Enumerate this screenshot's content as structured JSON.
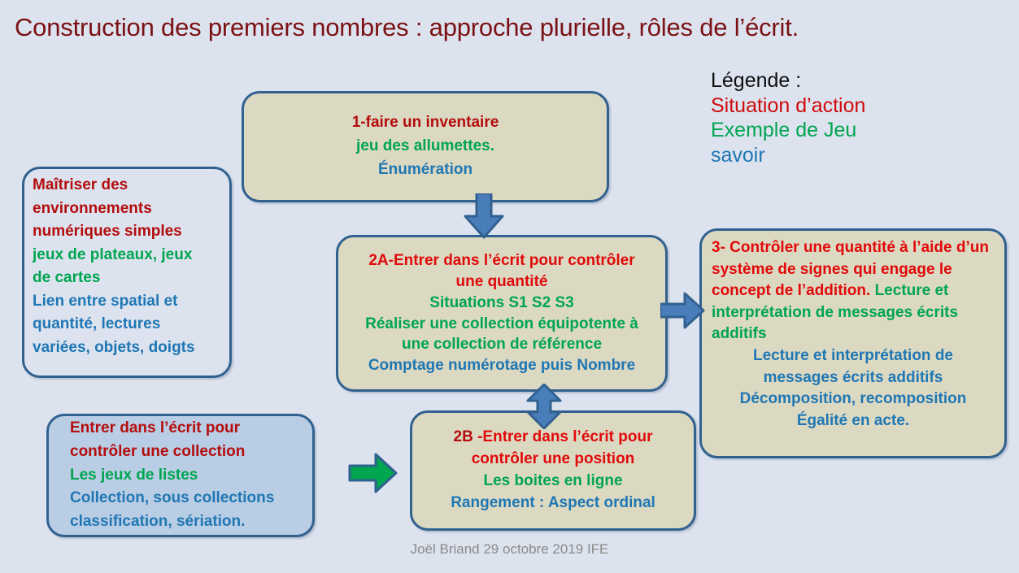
{
  "slide": {
    "title": "Construction des premiers nombres : approche plurielle, rôles de l’écrit.",
    "background_color": "#dce3ef",
    "footer": "Joël Briand  29 octobre 2019 IFE"
  },
  "colors": {
    "title_red": "#7b1113",
    "action_red": "#e10a0a",
    "game_green": "#00a550",
    "knowledge_blue": "#1f77b4",
    "box_border_blue": "#31618f",
    "box_fill_beige": "#dcd9c2",
    "box_fill_blue": "#b9cde4",
    "arrow_blue": "#4a7ebb",
    "arrow_green": "#00a650",
    "footer_gray": "#8a8a8a"
  },
  "legend": {
    "title": "Légende :",
    "items": [
      {
        "label": "Situation d’action",
        "color": "#e10a0a",
        "kind": "action"
      },
      {
        "label": "Exemple de Jeu",
        "color": "#00a550",
        "kind": "game"
      },
      {
        "label": "savoir",
        "color": "#1f77b4",
        "kind": "knowledge"
      }
    ]
  },
  "nodes": {
    "inventaire": {
      "id": "1",
      "fill": "beige",
      "lines": [
        {
          "text": "1-faire un inventaire",
          "role": "action"
        },
        {
          "text": "jeu des allumettes.",
          "role": "game"
        },
        {
          "text": "Énumération",
          "role": "knowledge"
        }
      ]
    },
    "environnements": {
      "fill": "none",
      "lines": [
        {
          "text": "Maîtriser des",
          "role": "action"
        },
        {
          "text": "environnements",
          "role": "action"
        },
        {
          "text": "numériques simples",
          "role": "action"
        },
        {
          "text": "jeux de plateaux,  jeux",
          "role": "game"
        },
        {
          "text": "de cartes",
          "role": "game"
        },
        {
          "text": "Lien entre spatial et",
          "role": "knowledge"
        },
        {
          "text": "quantité, lectures",
          "role": "knowledge"
        },
        {
          "text": "variées, objets, doigts",
          "role": "knowledge"
        }
      ]
    },
    "box2a": {
      "id": "2A",
      "fill": "beige",
      "lines": [
        {
          "text": "2A-Entrer dans l’écrit pour contrôler",
          "role": "action"
        },
        {
          "text": "une quantité",
          "role": "action"
        },
        {
          "text": "Situations S1 S2 S3",
          "role": "game"
        },
        {
          "text": "Réaliser une collection équipotente à",
          "role": "game"
        },
        {
          "text": "une collection de référence",
          "role": "game"
        },
        {
          "text": "Comptage numérotage puis Nombre",
          "role": "knowledge"
        }
      ]
    },
    "box3": {
      "id": "3",
      "fill": "beige",
      "paragraph_action": "3- Contrôler une quantité à l’aide d’un système de signes qui engage le concept de l’addition.",
      "paragraph_game": " Lecture et interprétation de messages écrits additifs",
      "lines_knowledge": [
        "Lecture et interprétation de",
        "messages écrits additifs",
        "Décomposition, recomposition",
        "Égalité en acte."
      ]
    },
    "collection": {
      "fill": "blue",
      "lines": [
        {
          "text": "Entrer dans l’écrit pour",
          "role": "action"
        },
        {
          "text": "contrôler une collection",
          "role": "action"
        },
        {
          "text": "Les  jeux de listes",
          "role": "game"
        },
        {
          "text": "Collection, sous collections",
          "role": "knowledge"
        },
        {
          "text": "classification, sériation.",
          "role": "knowledge"
        }
      ]
    },
    "box2b": {
      "id": "2B",
      "fill": "beige",
      "lines": [
        {
          "text": "2B -Entrer dans l’écrit pour",
          "role": "action"
        },
        {
          "text": "contrôler une  position",
          "role": "action"
        },
        {
          "text": "Les boites en ligne",
          "role": "game"
        },
        {
          "text": "Rangement : Aspect ordinal",
          "role": "knowledge"
        }
      ]
    }
  },
  "arrows": [
    {
      "name": "arrow-down-inventaire-to-2a",
      "direction": "down",
      "color": "#4a7ebb"
    },
    {
      "name": "arrow-right-2a-to-3",
      "direction": "right",
      "color": "#4a7ebb"
    },
    {
      "name": "arrow-updown-2a-2b",
      "direction": "up-down",
      "color": "#4a7ebb"
    },
    {
      "name": "arrow-right-collection-to-2b",
      "direction": "right",
      "color": "#00a650"
    }
  ]
}
